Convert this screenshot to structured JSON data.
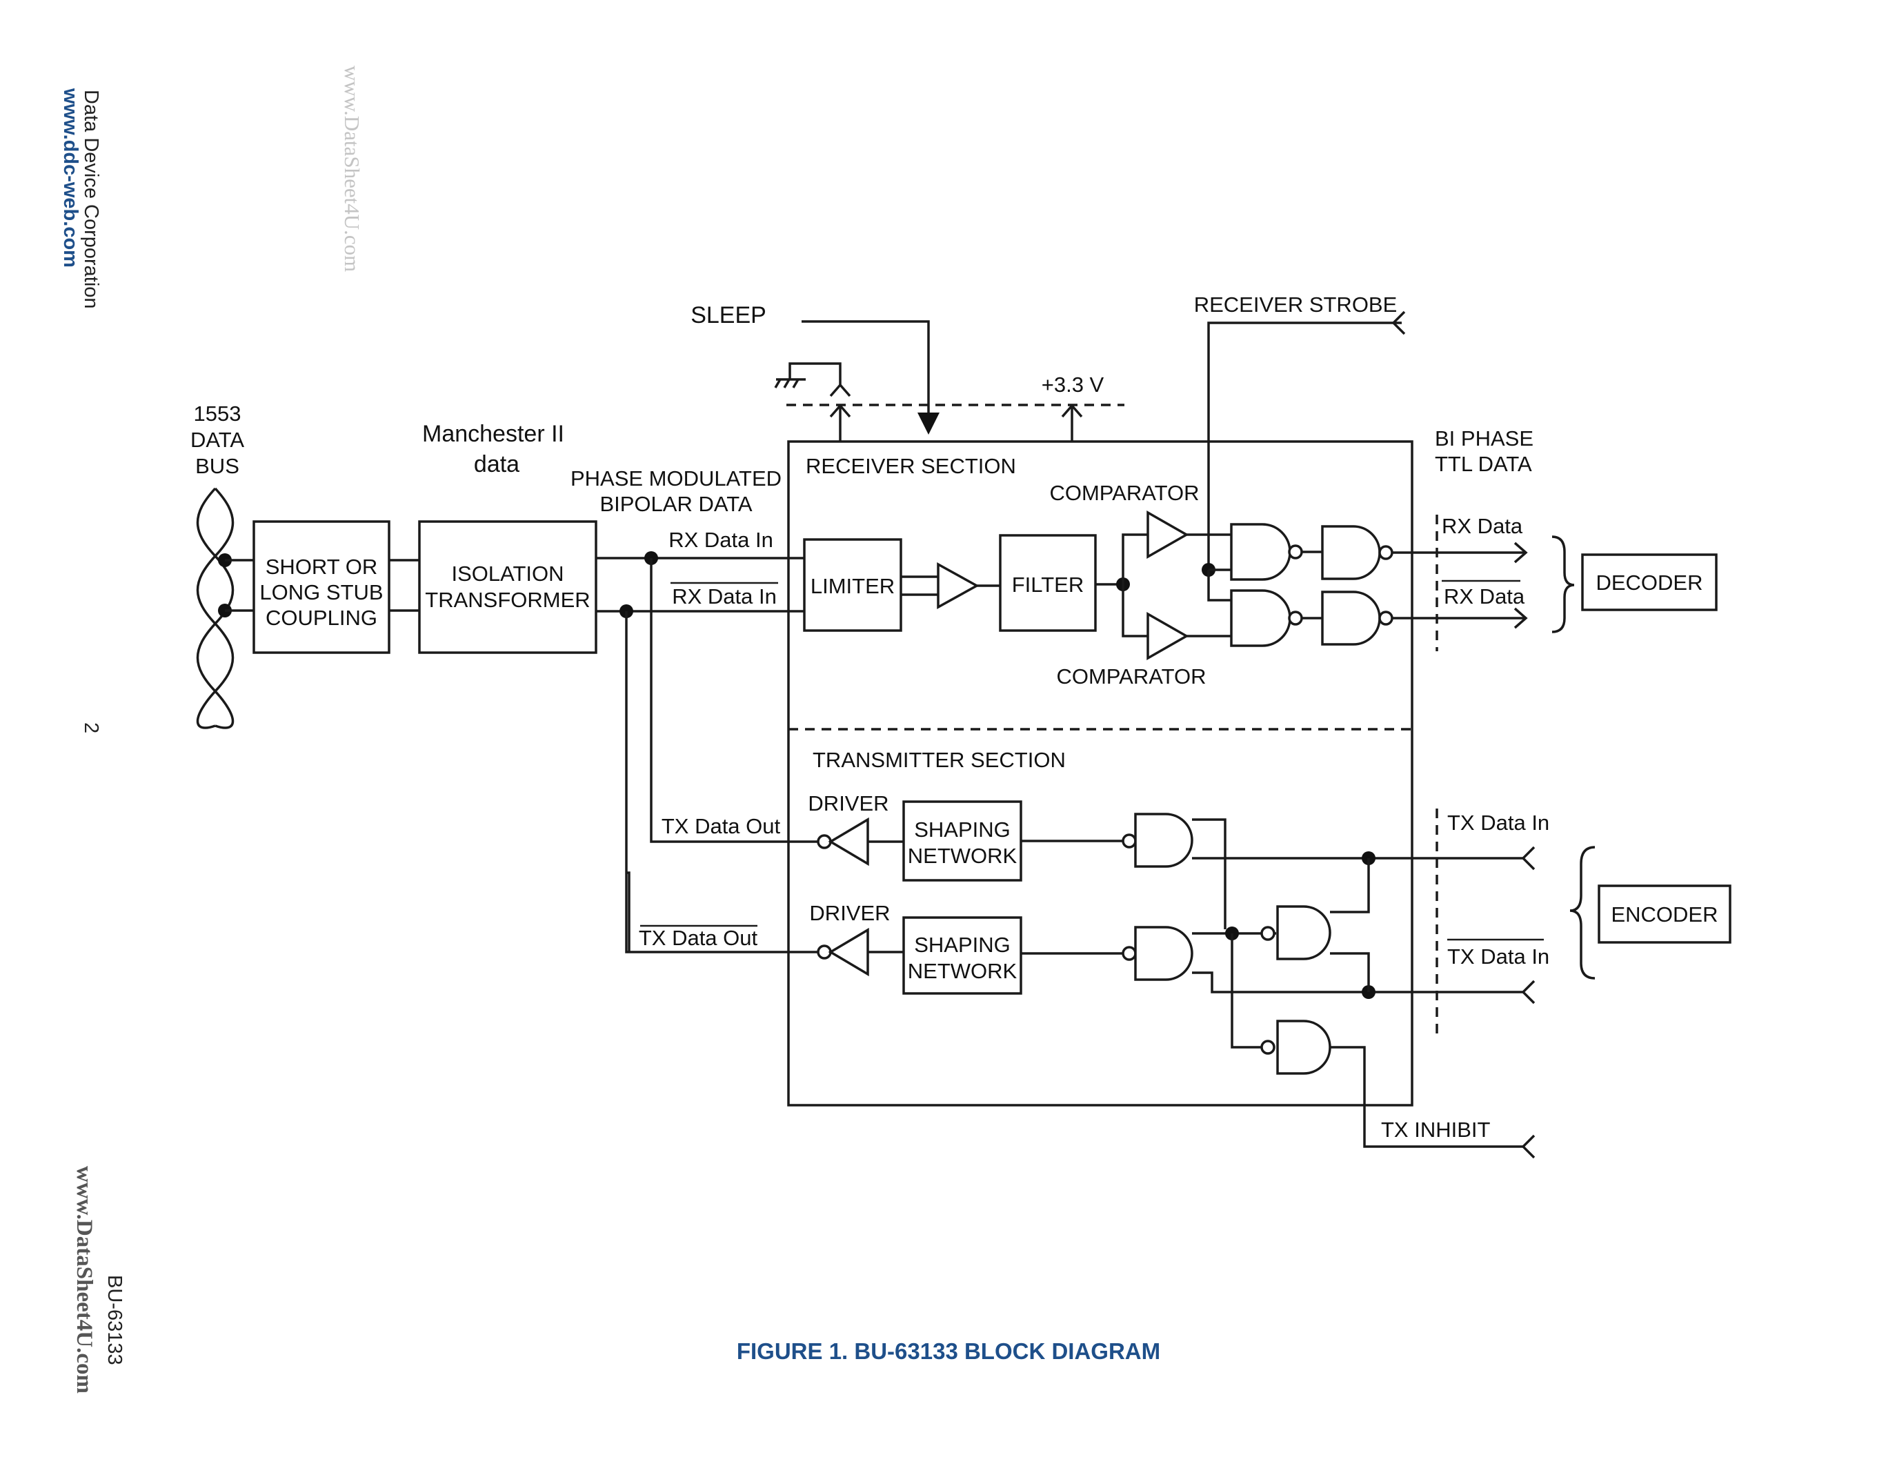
{
  "sidebar": {
    "company": "Data Device Corporation",
    "website": "www.ddc-web.com",
    "page_number": "2",
    "part_number": "BU-63133",
    "watermark": "www.DataSheet4U.com"
  },
  "diagram": {
    "bus_label": [
      "1553",
      "DATA",
      "BUS"
    ],
    "manchester_label": [
      "Manchester II",
      "data"
    ],
    "phase_label": [
      "PHASE MODULATED",
      "BIPOLAR DATA"
    ],
    "coupling_block": [
      "SHORT OR",
      "LONG STUB",
      "COUPLING"
    ],
    "isolation_block": [
      "ISOLATION",
      "TRANSFORMER"
    ],
    "rx_data_in": "RX Data In",
    "rx_data_in_bar": "RX Data In",
    "tx_data_out": "TX Data Out",
    "tx_data_out_bar": "TX Data Out",
    "sleep": "SLEEP",
    "supply": "+3.3 V",
    "receiver_strobe": "RECEIVER STROBE",
    "receiver_section": "RECEIVER SECTION",
    "transmitter_section": "TRANSMITTER SECTION",
    "limiter": "LIMITER",
    "filter": "FILTER",
    "comparator_top": "COMPARATOR",
    "comparator_bottom": "COMPARATOR",
    "bi_phase": [
      "BI PHASE",
      "TTL DATA"
    ],
    "rx_data": "RX Data",
    "rx_data_bar": "RX Data",
    "decoder": "DECODER",
    "driver_top": "DRIVER",
    "driver_bottom": "DRIVER",
    "shaping_top": [
      "SHAPING",
      "NETWORK"
    ],
    "shaping_bottom": [
      "SHAPING",
      "NETWORK"
    ],
    "tx_data_in": "TX Data In",
    "tx_data_in_bar": "TX Data In",
    "encoder": "ENCODER",
    "tx_inhibit": "TX INHIBIT"
  },
  "caption": "FIGURE 1. BU-63133 BLOCK DIAGRAM"
}
